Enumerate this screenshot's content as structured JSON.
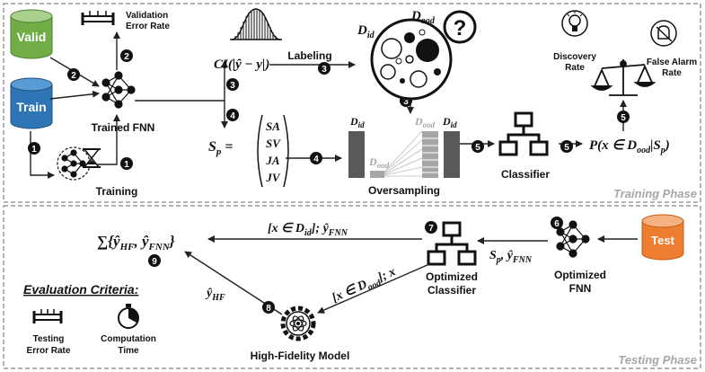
{
  "phases": {
    "training": "Training Phase",
    "testing": "Testing Phase"
  },
  "datasets": {
    "valid": "Valid",
    "train": "Train",
    "test": "Test"
  },
  "colors": {
    "valid": "#70ad47",
    "train": "#2e75b6",
    "test": "#ed7d31",
    "ood_bar": "#a6a6a6",
    "id_bar": "#595959"
  },
  "labels": {
    "validation_error_rate": [
      "Validation",
      "Error Rate"
    ],
    "trained_fnn": "Trained FNN",
    "training": "Training",
    "labeling": "Labeling",
    "d_id": "D",
    "d_id_sub": "id",
    "d_ood": "D",
    "d_ood_sub": "ood",
    "ci_expr": "CI(|ŷ − y|)",
    "sp_lhs": "S",
    "sp_sub": "p",
    "sp_items": [
      "SA",
      "SV",
      "JA",
      "JV"
    ],
    "oversampling": "Oversampling",
    "classifier": "Classifier",
    "prob_expr": "P(x ∈ D",
    "prob_expr_sub": "ood",
    "prob_expr_tail": "|S",
    "prob_expr_sub2": "p",
    "prob_expr_end": ")",
    "discovery_rate": [
      "Discovery",
      "Rate"
    ],
    "false_alarm_rate": [
      "False Alarm",
      "Rate"
    ],
    "optimized_fnn": [
      "Optimized",
      "FNN"
    ],
    "optimized_classifier": [
      "Optimized",
      "Classifier"
    ],
    "high_fidelity_model": "High-Fidelity Model",
    "arrow_id": "[x ∈ D",
    "arrow_id_tail": "]; ŷ",
    "arrow_id_sub2": "FNN",
    "arrow_sp": "S",
    "arrow_sp_mid": ", ŷ",
    "arrow_ood": "[x ∈ D",
    "arrow_ood_tail": "]; x",
    "y_hf": "ŷ",
    "y_hf_sub": "HF",
    "sum_expr": "∑{ŷ",
    "sum_sub1": "HF",
    "sum_mid": ", ŷ",
    "sum_sub2": "FNN",
    "sum_end": "}",
    "evaluation_criteria": "Evaluation Criteria:",
    "testing_error_rate": [
      "Testing",
      "Error Rate"
    ],
    "computation_time": [
      "Computation",
      "Time"
    ]
  },
  "steps": [
    "1",
    "1",
    "2",
    "2",
    "3",
    "3",
    "4",
    "4",
    "5",
    "5",
    "5",
    "6",
    "7",
    "8",
    "9"
  ]
}
